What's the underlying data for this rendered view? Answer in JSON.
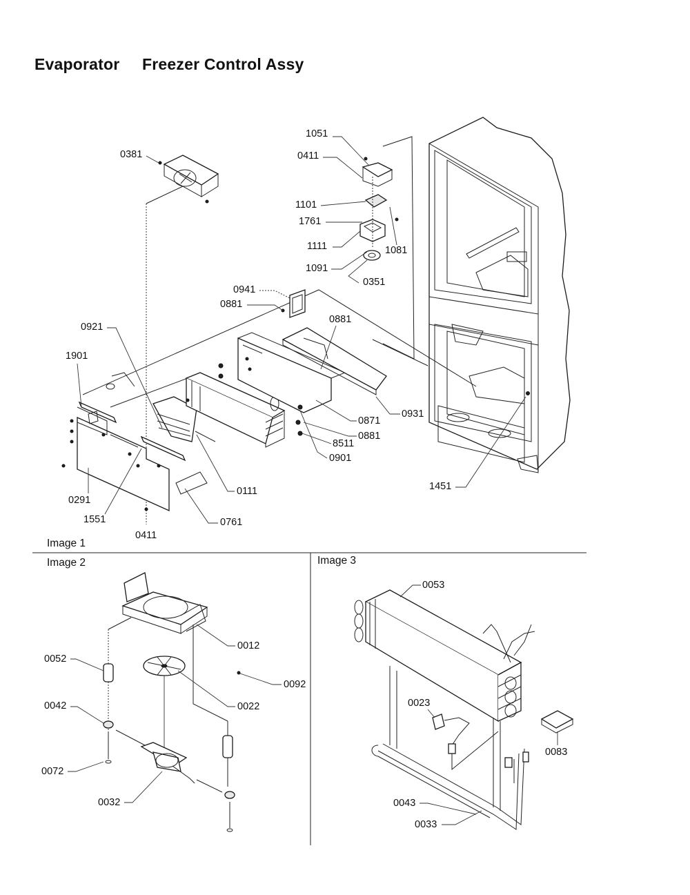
{
  "title": {
    "part1": "Evaporator",
    "part2": "Freezer Control Assy"
  },
  "sections": {
    "image1": "Image 1",
    "image2": "Image 2",
    "image3": "Image 3"
  },
  "callouts": {
    "c1051": "1051",
    "c0411a": "0411",
    "c0381": "0381",
    "c1101": "1101",
    "c1761": "1761",
    "c1081": "1081",
    "c1111": "1111",
    "c1091": "1091",
    "c0351": "0351",
    "c0941": "0941",
    "c0881a": "0881",
    "c0881b": "0881",
    "c0921": "0921",
    "c1901": "1901",
    "c0871": "0871",
    "c0931": "0931",
    "c0881c": "0881",
    "c8511": "8511",
    "c0901": "0901",
    "c1451": "1451",
    "c0111": "0111",
    "c0291": "0291",
    "c1551": "1551",
    "c0761": "0761",
    "c0411b": "0411",
    "c0012": "0012",
    "c0052": "0052",
    "c0092": "0092",
    "c0022": "0022",
    "c0042": "0042",
    "c0072": "0072",
    "c0032": "0032",
    "c0053": "0053",
    "c0023": "0023",
    "c0083": "0083",
    "c0043": "0043",
    "c0033": "0033"
  }
}
